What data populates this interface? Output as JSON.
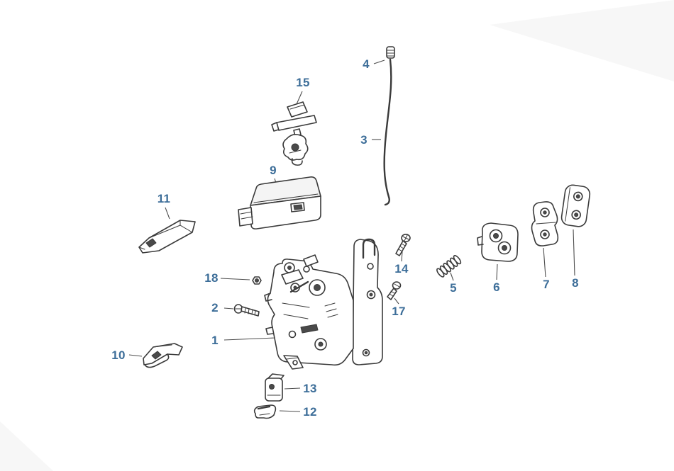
{
  "diagram": {
    "description": "Exploded parts diagram of a vehicle door lock assembly with numbered callouts",
    "label_color": "#3d6e99",
    "line_color": "#3a3a3a",
    "labels": {
      "1": {
        "text": "1"
      },
      "2": {
        "text": "2"
      },
      "3": {
        "text": "3"
      },
      "4": {
        "text": "4"
      },
      "5": {
        "text": "5"
      },
      "6": {
        "text": "6"
      },
      "7": {
        "text": "7"
      },
      "8": {
        "text": "8"
      },
      "9": {
        "text": "9"
      },
      "10": {
        "text": "10"
      },
      "11": {
        "text": "11"
      },
      "12": {
        "text": "12"
      },
      "13": {
        "text": "13"
      },
      "14": {
        "text": "14"
      },
      "15": {
        "text": "15"
      },
      "17": {
        "text": "17"
      },
      "18": {
        "text": "18"
      }
    }
  }
}
